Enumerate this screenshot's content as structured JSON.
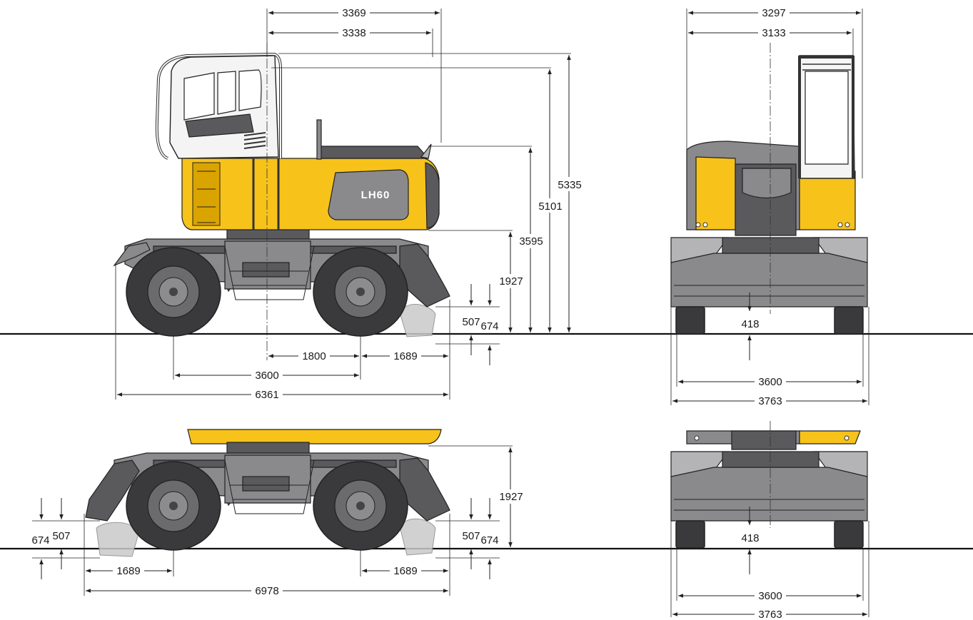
{
  "model_badge": "LH60",
  "dimensions": {
    "side_top": {
      "width_a": "3369",
      "width_b": "3338",
      "height_total": "5335",
      "height_cab": "5101",
      "height_engine": "3595",
      "height_chassis": "1927",
      "outrigger_507": "507",
      "outrigger_674": "674",
      "axle_offset": "1800",
      "front_overhang": "1689",
      "wheelbase": "3600",
      "total_length": "6361"
    },
    "front_top": {
      "width_a": "3297",
      "width_b": "3133",
      "clearance": "418",
      "track": "3600",
      "total_width": "3763"
    },
    "side_bottom": {
      "height_chassis": "1927",
      "left_674": "674",
      "left_507": "507",
      "right_507": "507",
      "right_674": "674",
      "left_overhang": "1689",
      "right_overhang": "1689",
      "total_length": "6978"
    },
    "front_bottom": {
      "clearance": "418",
      "track": "3600",
      "total_width": "3763"
    }
  },
  "colors": {
    "body_yellow": "#f7c21a",
    "chassis_grey": "#8a8a8d",
    "tire_dark": "#3a3a3c",
    "ground_line": "#111111"
  }
}
